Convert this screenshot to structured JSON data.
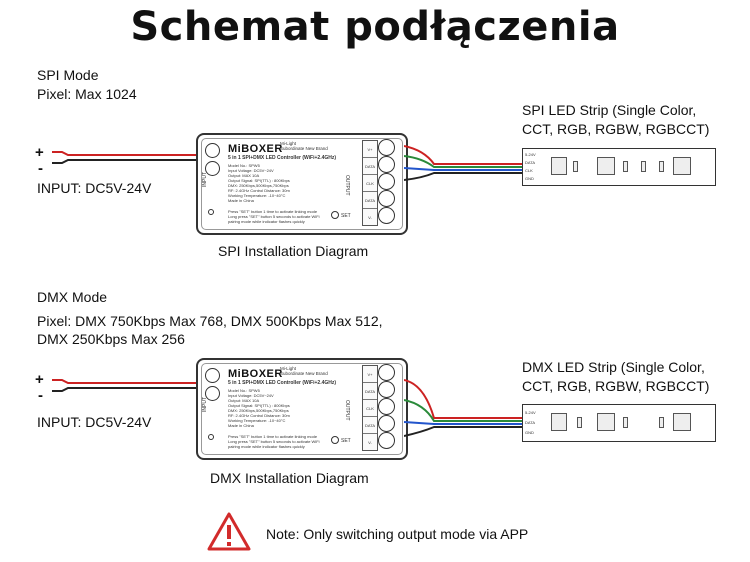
{
  "title": "Schemat podłączenia",
  "spi": {
    "mode_label": "SPI Mode",
    "pixel_label": "Pixel: Max 1024",
    "input_label": "INPUT: DC5V-24V",
    "plus": "+",
    "minus": "-",
    "strip_label_1": "SPI LED Strip (Single Color,",
    "strip_label_2": "CCT, RGB, RGBW, RGBCCT)",
    "caption": "SPI Installation Diagram",
    "terminals": [
      "V+",
      "DATA",
      "CLK",
      "DATA",
      "V-"
    ],
    "strip_pads": [
      "5-24V",
      "DATA",
      "CLK",
      "GND"
    ]
  },
  "dmx": {
    "mode_label": "DMX Mode",
    "pixel_line_1": "Pixel: DMX 750Kbps Max 768, DMX 500Kbps Max 512,",
    "pixel_line_2": "DMX 250Kbps Max 256",
    "input_label": "INPUT: DC5V-24V",
    "plus": "+",
    "minus": "-",
    "strip_label_1": "DMX LED Strip (Single Color,",
    "strip_label_2": "CCT, RGB, RGBW, RGBCCT)",
    "caption": "DMX Installation Diagram",
    "terminals": [
      "V+",
      "DATA",
      "CLK",
      "DATA",
      "V-"
    ],
    "strip_pads": [
      "5-24V",
      "DATA",
      "GND"
    ]
  },
  "controller": {
    "brand": "MiBOXER",
    "brand_sub_1": "Mi-Light",
    "brand_sub_2": "Subordinate New Brand",
    "product": "5 in 1 SPI+DMX LED Controller (WiFi+2.4GHz)",
    "specs": [
      "Model No.: SPW5",
      "Input Voltage: DC5V~24V",
      "Output: MAX 10A",
      "Output Signal: SPI(TTL) : 800Kbps",
      "                DMX: 250Kbps,500Kbps,750Kbps",
      "RF: 2.4GHz  Control Distance: 30m",
      "Working Temperature: -10~40°C",
      "Made in China"
    ],
    "hints": [
      "Press \"SET\" button 1 time to activate linking mode",
      "Long press \"SET\" button 5 seconds to activate WiFi",
      "pairing mode while indicator flashes quickly"
    ],
    "input_tag": "INPUT",
    "output_tag": "OUTPUT",
    "set_label": "SET"
  },
  "note": "Note: Only switching output mode via APP",
  "colors": {
    "wire_red": "#cc2222",
    "wire_black": "#222222",
    "wire_green": "#2a8a3a",
    "wire_blue": "#2255cc",
    "warning_red": "#d22b2b"
  }
}
